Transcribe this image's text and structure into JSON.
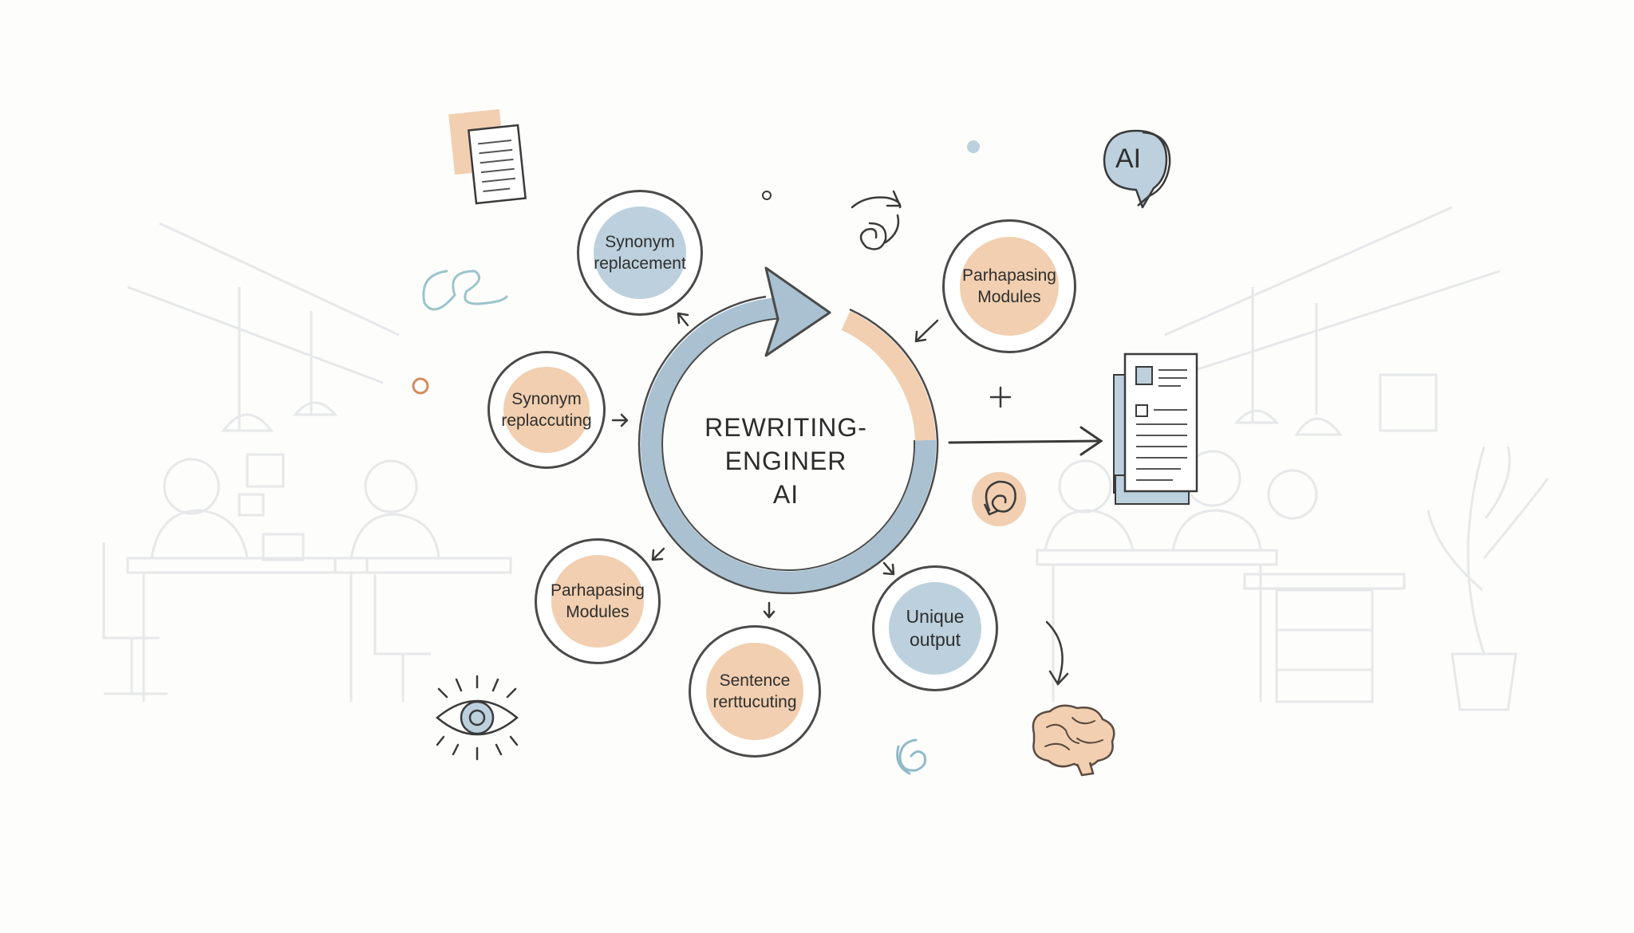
{
  "center": {
    "line1": "REWRITING-",
    "line2": "ENGINER",
    "line3": "AI"
  },
  "nodes": [
    {
      "id": "synonym-replacement",
      "line1": "Synonym",
      "line2": "replacement",
      "fill": "blue"
    },
    {
      "id": "paraphrasing-modules-top",
      "line1": "Parhapasing",
      "line2": "Modules",
      "fill": "peach"
    },
    {
      "id": "synonym-replaccuting",
      "line1": "Synonym",
      "line2": "replaccuting",
      "fill": "peach"
    },
    {
      "id": "paraphrasing-modules-bottom",
      "line1": "Parhapasing",
      "line2": "Modules",
      "fill": "peach"
    },
    {
      "id": "sentence-restructuring",
      "line1": "Sentence",
      "line2": "rerttucuting",
      "fill": "peach"
    },
    {
      "id": "unique-output",
      "line1": "Unique",
      "line2": "output",
      "fill": "blue"
    }
  ],
  "badge": {
    "text": "AI"
  },
  "colors": {
    "peach": "#f1cfb0",
    "blue": "#bcd1dd",
    "ring_blue": "#a9c1d1",
    "ink": "#4a4a4a",
    "background_sketch": "#e6e8e9"
  },
  "icons": [
    "document-icon",
    "ai-speech-bubble-icon",
    "report-document-icon",
    "eye-icon",
    "brain-icon",
    "swirl-icon",
    "plus-icon",
    "scribble-icon"
  ]
}
